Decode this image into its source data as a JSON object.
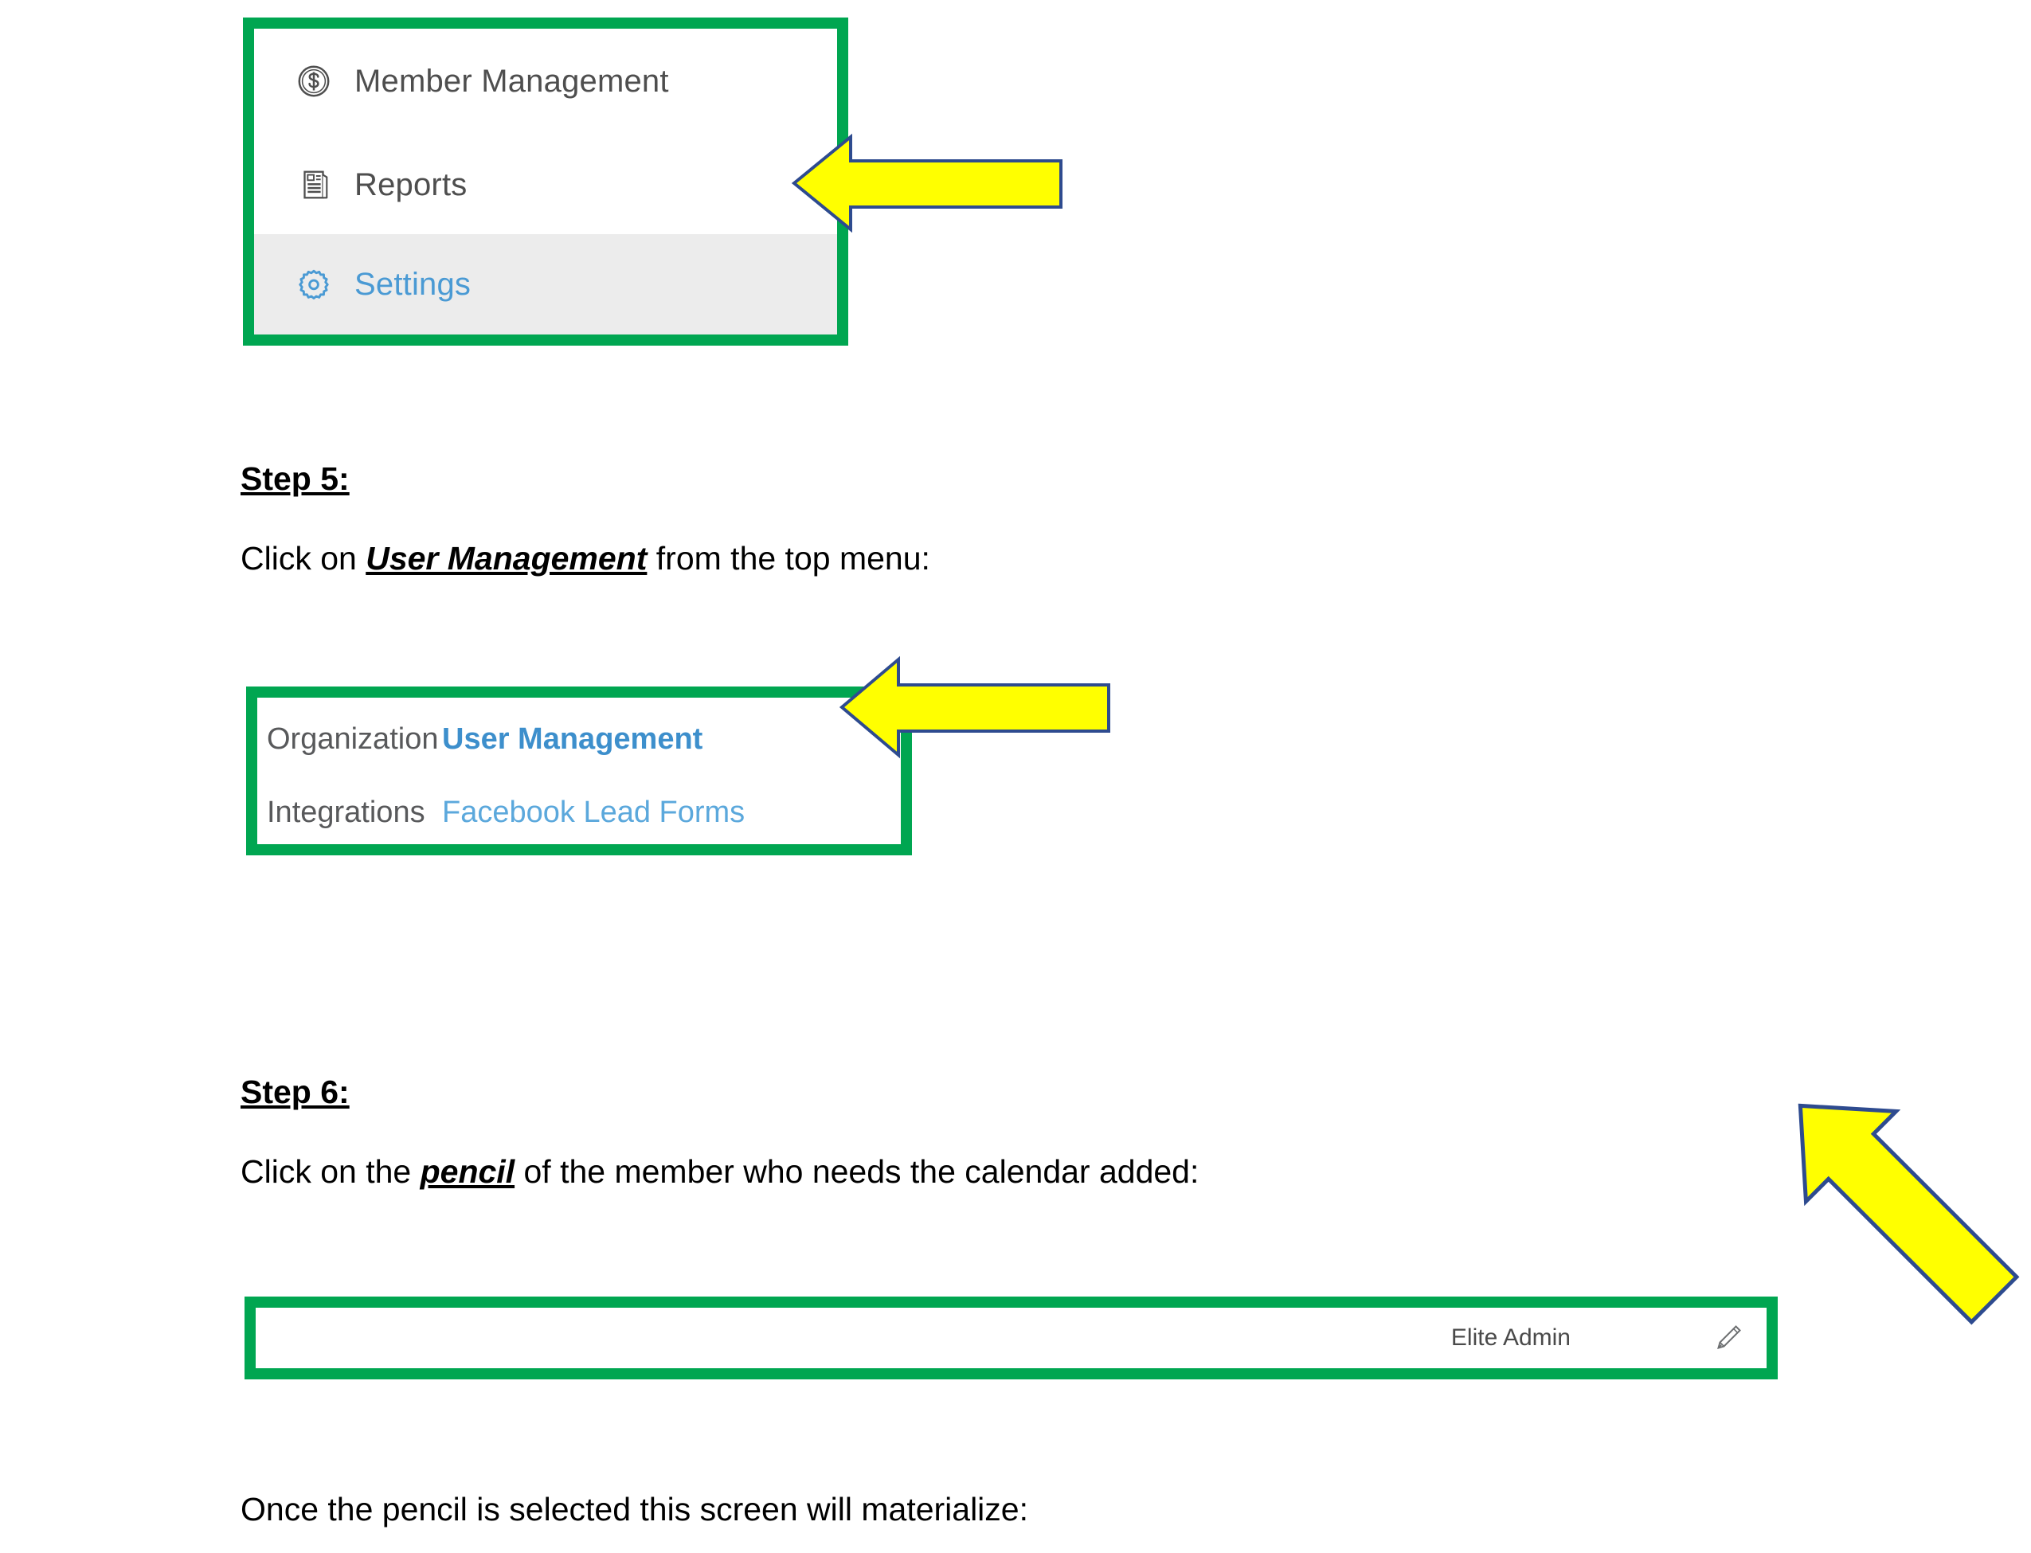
{
  "document": {
    "step5": {
      "heading": "Step 5:",
      "body_prefix": "Click on ",
      "body_emphasis": "User Management",
      "body_suffix": " from the top menu:"
    },
    "step6": {
      "heading": "Step 6:",
      "body_prefix": "Click on the ",
      "body_emphasis": "pencil",
      "body_suffix": " of the member who needs the calendar added:"
    },
    "closing": "Once the pencil is selected this screen will materialize:"
  },
  "nav_capture": {
    "items": [
      {
        "label": "Member Management",
        "icon": "dollar-circle-icon",
        "selected": false
      },
      {
        "label": "Reports",
        "icon": "report-document-icon",
        "selected": false
      },
      {
        "label": "Settings",
        "icon": "gear-icon",
        "selected": true
      }
    ]
  },
  "menu_capture": {
    "rows": [
      {
        "category": "Organization",
        "link": "User Management",
        "emphasis": true
      },
      {
        "category": "Integrations",
        "link": "Facebook Lead Forms",
        "emphasis": false
      }
    ]
  },
  "member_capture": {
    "role": "Elite Admin",
    "edit_icon": "pencil-icon"
  },
  "annotations": {
    "highlight_color": "#00a651",
    "arrow_fill": "#ffff00",
    "arrow_stroke": "#2e4b8f",
    "arrows": [
      {
        "name": "arrow-to-settings",
        "direction": "left"
      },
      {
        "name": "arrow-to-user-management",
        "direction": "left"
      },
      {
        "name": "arrow-to-pencil",
        "direction": "down-left"
      }
    ]
  },
  "colors": {
    "nav_text": "#4e4e4e",
    "nav_selected_text": "#4a9ad4",
    "nav_selected_bg": "#ececec",
    "menu_category": "#58595b",
    "menu_link_primary": "#3d8fcc",
    "menu_link_secondary": "#5ba8dc",
    "member_role_text": "#4a4a4a"
  }
}
